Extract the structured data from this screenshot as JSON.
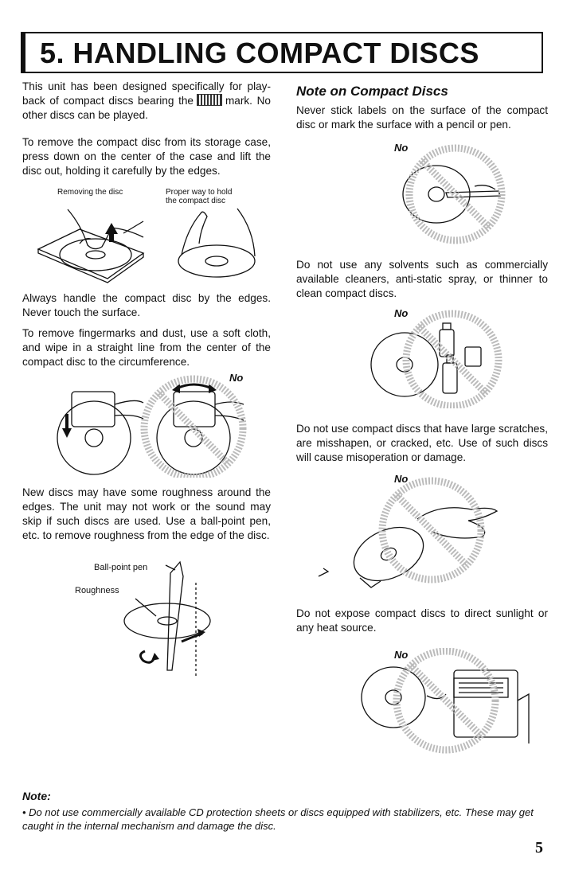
{
  "header": {
    "title": "5. HANDLING COMPACT DISCS"
  },
  "left": {
    "p1_part1": "This unit has been designed specifically for play-back of compact discs bearing the",
    "p1_part2": "mark. No other discs can be played.",
    "p2": "To remove the compact disc from its storage case, press down on the center of the case and lift the disc out, holding it carefully by the edges.",
    "caption_removing": "Removing the disc",
    "caption_proper": "Proper way to hold the compact disc",
    "p3": "Always handle the compact disc by the edges. Never touch the surface.",
    "p4": "To remove fingermarks and dust, use a soft cloth, and wipe in a straight line from the center of the compact disc to the circumference.",
    "no_label": "No",
    "p5": "New discs may have some roughness around the edges. The unit may not work or the sound may skip if such discs are used. Use a ball-point pen, etc. to remove roughness from the edge of the disc.",
    "caption_pen": "Ball-point pen",
    "caption_roughness": "Roughness"
  },
  "right": {
    "heading": "Note on Compact Discs",
    "p1": "Never stick labels on the surface of the compact disc or mark the surface with a pencil or pen.",
    "no1": "No",
    "p2": "Do not use any solvents such as commercially available cleaners, anti-static spray, or thinner to clean compact discs.",
    "no2": "No",
    "p3": "Do not use compact discs that have large scratches, are misshapen, or cracked, etc. Use of such discs will cause misoperation or damage.",
    "no3": "No",
    "p4": "Do not expose compact discs to direct sunlight or any heat source.",
    "no4": "No"
  },
  "footer": {
    "note_title": "Note:",
    "note_text": "• Do not use commercially available CD protection sheets or discs equipped with stabilizers, etc. These may get caught in the internal mechanism and damage the disc.",
    "page_number": "5"
  }
}
